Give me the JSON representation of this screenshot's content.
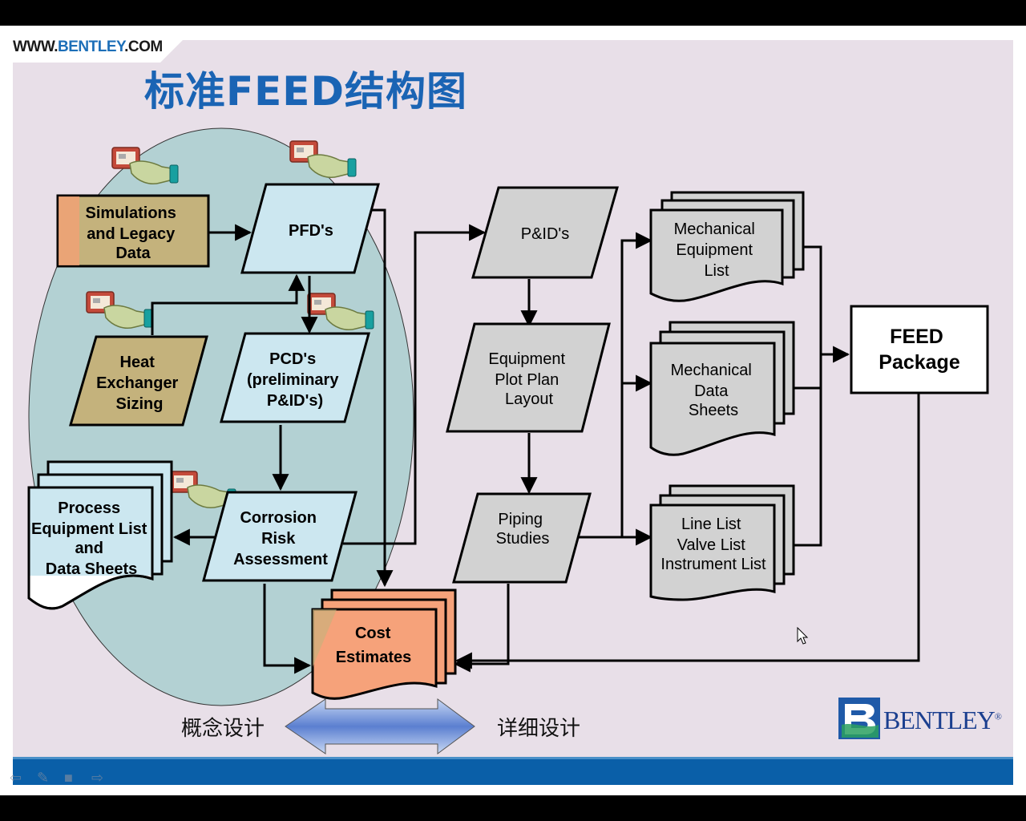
{
  "header": {
    "site_url_prefix": "WWW.",
    "site_url_brand": "BENTLEY",
    "site_url_suffix": ".COM",
    "title": "标准FEED结构图"
  },
  "nodes": {
    "simulations": [
      "Simulations",
      "and Legacy",
      "Data"
    ],
    "pfds": [
      "PFD's"
    ],
    "heat_exchanger": [
      "Heat",
      "Exchanger",
      "Sizing"
    ],
    "pcds": [
      "PCD's",
      "(preliminary",
      "P&ID's)"
    ],
    "process_equipment": [
      "Process",
      "Equipment List",
      "and",
      "Data Sheets"
    ],
    "corrosion": [
      "Corrosion",
      "Risk",
      "Assessment"
    ],
    "cost_estimates": [
      "Cost",
      "Estimates"
    ],
    "pids": [
      "P&ID's"
    ],
    "equipment_plot": [
      "Equipment",
      "Plot Plan",
      "Layout"
    ],
    "piping": [
      "Piping",
      "Studies"
    ],
    "mech_equipment_list": [
      "Mechanical",
      "Equipment",
      "List"
    ],
    "mech_data_sheets": [
      "Mechanical",
      "Data",
      "Sheets"
    ],
    "line_list": [
      "Line List",
      "Valve List",
      "Instrument List"
    ],
    "feed_package": [
      "FEED",
      "Package"
    ]
  },
  "phases": {
    "conceptual": "概念设计",
    "detailed": "详细设计"
  },
  "brand": {
    "name": "BENTLEY",
    "mark": "®"
  },
  "colors": {
    "slide_bg": "#e8dfe8",
    "ellipse": "#a9cfcf",
    "tan": "#c4b27c",
    "light_blue": "#cce7f0",
    "gray": "#d2d2d2",
    "orange": "#f6a27a",
    "title_blue": "#1a64b4",
    "bar_blue": "#0a5fa8"
  },
  "icons": {
    "hand_card": "hand-with-card-icon",
    "cursor": "mouse-pointer-icon"
  }
}
